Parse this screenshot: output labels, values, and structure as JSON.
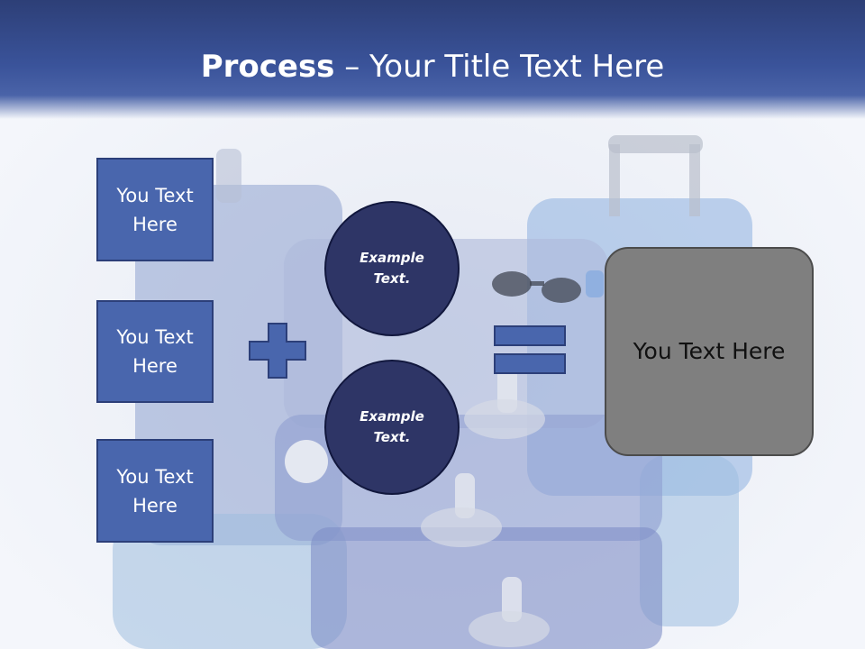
{
  "slide": {
    "title_bold": "Process",
    "title_rest": " – Your Title Text Here"
  },
  "left_boxes": [
    {
      "label": "You Text Here"
    },
    {
      "label": "You Text Here"
    },
    {
      "label": "You Text Here"
    }
  ],
  "circles": [
    {
      "label": "Example Text."
    },
    {
      "label": "Example Text."
    }
  ],
  "result_box": {
    "label": "You Text Here"
  },
  "icons": {
    "plus": "plus-icon",
    "equals": "equals-icon",
    "background": "luggage-image"
  },
  "colors": {
    "header_dark": "#2d3f77",
    "box_fill": "#4966ad",
    "box_border": "#2c3f79",
    "circle_fill": "#2e3566",
    "result_fill": "#7f7f7f"
  }
}
